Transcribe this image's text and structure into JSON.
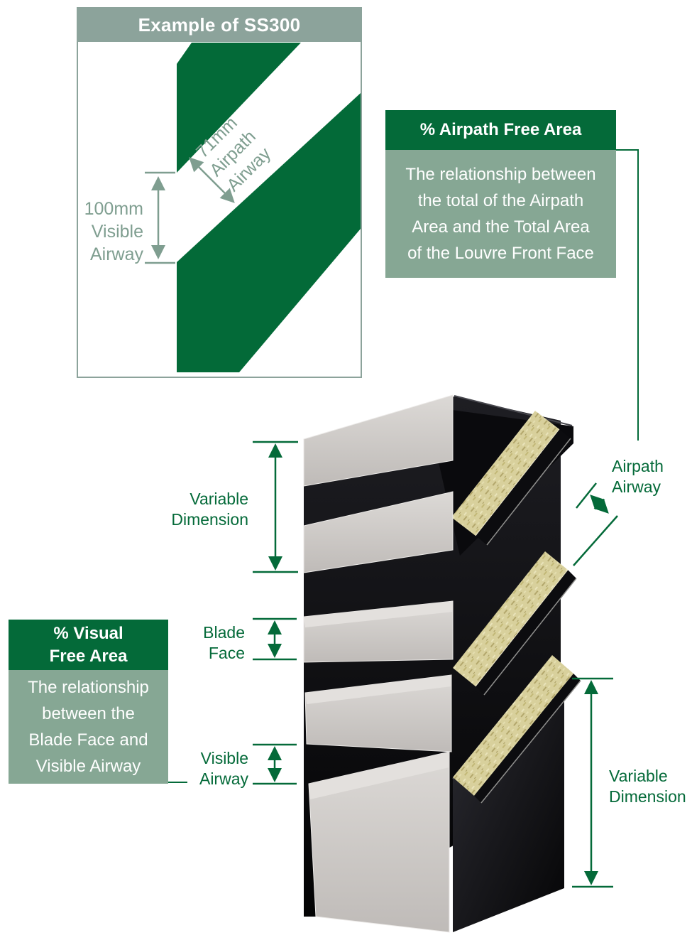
{
  "example_box": {
    "title": "Example of SS300",
    "visible_airway_label": "100mm\nVisible\nAirway",
    "airpath_airway_label": "71mm\nAirpath\nAirway"
  },
  "airpath_callout": {
    "title": "% Airpath Free Area",
    "body": "The relationship between\nthe total of the Airpath\nArea and the Total Area\nof the Louvre Front Face"
  },
  "visual_callout": {
    "title": "% Visual\nFree Area",
    "body": "The relationship\nbetween the\nBlade Face and\nVisible Airway"
  },
  "model_labels": {
    "variable_dimension_left": "Variable\nDimension",
    "blade_face": "Blade\nFace",
    "visible_airway": "Visible\nAirway",
    "airpath_airway": "Airpath\nAirway",
    "variable_dimension_right": "Variable\nDimension"
  },
  "colors": {
    "green_dark": "#046a39",
    "sage_panel": "#86a794",
    "sage_gray": "#8ca39b",
    "dim_sage": "#7f9e90",
    "stripe_green": "#036a38",
    "blade_gray": "#c9c5c2",
    "insulation": "#d8d09c"
  }
}
